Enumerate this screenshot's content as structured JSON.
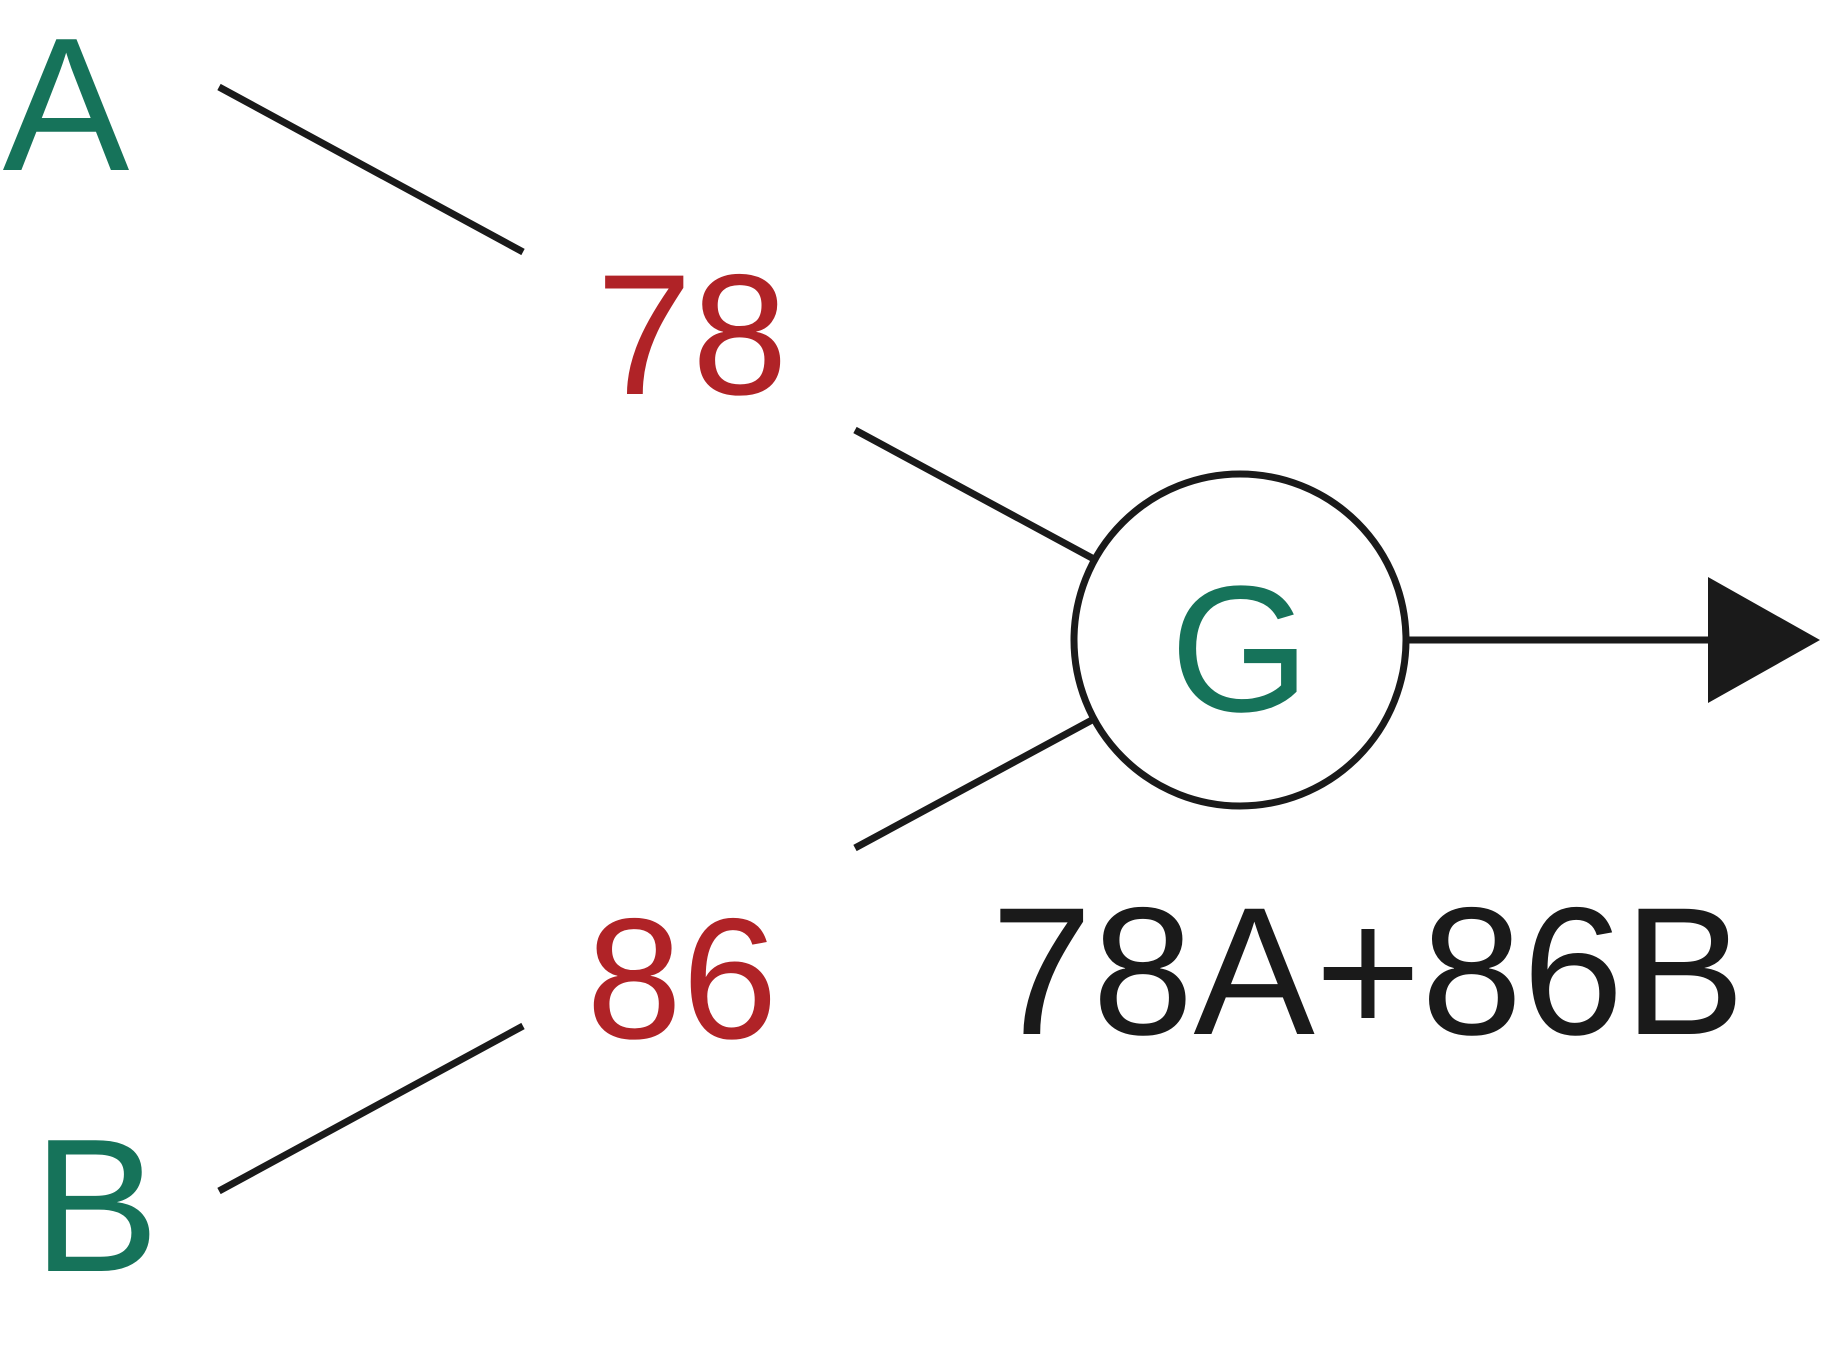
{
  "diagram": {
    "inputs": {
      "a": "A",
      "b": "B"
    },
    "weights": {
      "a": "78",
      "b": "86"
    },
    "gate": "G",
    "output_expression": "78A+86B"
  },
  "colors": {
    "input_text": "#16735a",
    "weight_text": "#b02327",
    "line": "#1a1a1a",
    "expression_text": "#1a1a1a"
  }
}
